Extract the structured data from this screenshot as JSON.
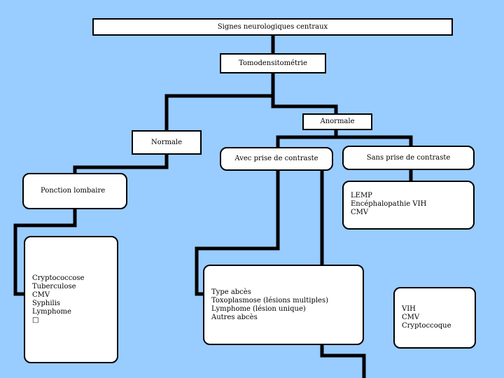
{
  "diagram": {
    "colors": {
      "background": "#99ccff",
      "box_fill": "#ffffff",
      "line": "#000000"
    },
    "nodes": {
      "root": "Signes neurologiques centraux",
      "ct": "Tomodensitométrie",
      "abnormal": "Anormale",
      "normal": "Normale",
      "with_contrast": "Avec prise de contraste",
      "without_contrast": "Sans prise de contraste",
      "lumbar_puncture": "Ponction lombaire",
      "lp_causes": [
        "Cryptococcose",
        "Tuberculose",
        "CMV",
        "Syphilis",
        "Lymphome",
        "□"
      ],
      "contrast_causes": [
        "Type abcès",
        "Toxoplasmose (lésions multiples)",
        "Lymphome (lésion unique)",
        "Autres abcès"
      ],
      "no_contrast_causes": [
        "LEMP",
        "Encéphalopathie VIH",
        "CMV"
      ],
      "other_causes": [
        "VIH",
        "CMV",
        "Cryptoccoque"
      ]
    }
  }
}
